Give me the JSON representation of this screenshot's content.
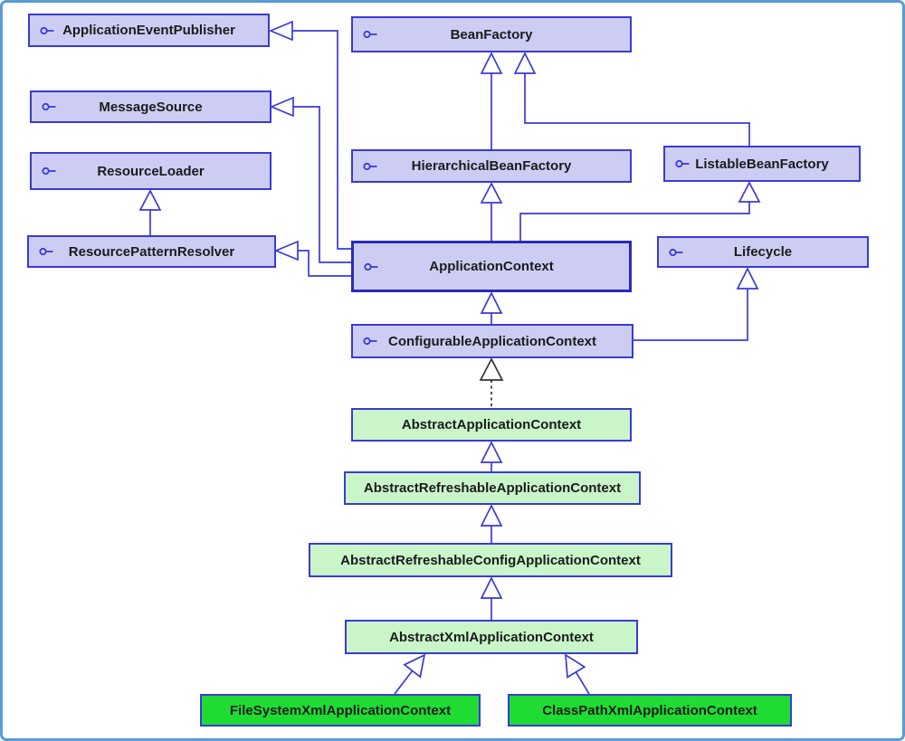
{
  "diagram": {
    "type": "uml-class-diagram",
    "subject": "Spring ApplicationContext interface and class hierarchy",
    "colors": {
      "interface_fill": "#cdcdf4",
      "abstract_class_fill": "#c9f5c9",
      "concrete_class_fill": "#1fdc33",
      "border_line": "#3a3ad6",
      "emphasized_border": "#2a2ac0",
      "realization_line": "#333333",
      "outer_frame": "#5b9bd5",
      "text": "#1b1b1b"
    },
    "nodes": [
      {
        "label": "ApplicationEventPublisher",
        "kind": "interface"
      },
      {
        "label": "BeanFactory",
        "kind": "interface"
      },
      {
        "label": "MessageSource",
        "kind": "interface"
      },
      {
        "label": "ResourceLoader",
        "kind": "interface"
      },
      {
        "label": "ResourcePatternResolver",
        "kind": "interface"
      },
      {
        "label": "HierarchicalBeanFactory",
        "kind": "interface"
      },
      {
        "label": "ListableBeanFactory",
        "kind": "interface"
      },
      {
        "label": "ApplicationContext",
        "kind": "interface",
        "emphasis": true
      },
      {
        "label": "Lifecycle",
        "kind": "interface"
      },
      {
        "label": "ConfigurableApplicationContext",
        "kind": "interface"
      },
      {
        "label": "AbstractApplicationContext",
        "kind": "abstract-class"
      },
      {
        "label": "AbstractRefreshableApplicationContext",
        "kind": "abstract-class"
      },
      {
        "label": "AbstractRefreshableConfigApplicationContext",
        "kind": "abstract-class"
      },
      {
        "label": "AbstractXmlApplicationContext",
        "kind": "abstract-class"
      },
      {
        "label": "FileSystemXmlApplicationContext",
        "kind": "concrete-class"
      },
      {
        "label": "ClassPathXmlApplicationContext",
        "kind": "concrete-class"
      }
    ],
    "edges": [
      {
        "from": "ApplicationContext",
        "to": "ApplicationEventPublisher",
        "type": "inheritance"
      },
      {
        "from": "ApplicationContext",
        "to": "MessageSource",
        "type": "inheritance"
      },
      {
        "from": "ApplicationContext",
        "to": "ResourcePatternResolver",
        "type": "inheritance"
      },
      {
        "from": "ApplicationContext",
        "to": "HierarchicalBeanFactory",
        "type": "inheritance"
      },
      {
        "from": "ApplicationContext",
        "to": "ListableBeanFactory",
        "type": "inheritance"
      },
      {
        "from": "ResourcePatternResolver",
        "to": "ResourceLoader",
        "type": "inheritance"
      },
      {
        "from": "HierarchicalBeanFactory",
        "to": "BeanFactory",
        "type": "inheritance"
      },
      {
        "from": "ListableBeanFactory",
        "to": "BeanFactory",
        "type": "inheritance"
      },
      {
        "from": "ConfigurableApplicationContext",
        "to": "ApplicationContext",
        "type": "inheritance"
      },
      {
        "from": "ConfigurableApplicationContext",
        "to": "Lifecycle",
        "type": "inheritance"
      },
      {
        "from": "AbstractApplicationContext",
        "to": "ConfigurableApplicationContext",
        "type": "realization"
      },
      {
        "from": "AbstractRefreshableApplicationContext",
        "to": "AbstractApplicationContext",
        "type": "inheritance"
      },
      {
        "from": "AbstractRefreshableConfigApplicationContext",
        "to": "AbstractRefreshableApplicationContext",
        "type": "inheritance"
      },
      {
        "from": "AbstractXmlApplicationContext",
        "to": "AbstractRefreshableConfigApplicationContext",
        "type": "inheritance"
      },
      {
        "from": "FileSystemXmlApplicationContext",
        "to": "AbstractXmlApplicationContext",
        "type": "inheritance"
      },
      {
        "from": "ClassPathXmlApplicationContext",
        "to": "AbstractXmlApplicationContext",
        "type": "inheritance"
      }
    ]
  }
}
